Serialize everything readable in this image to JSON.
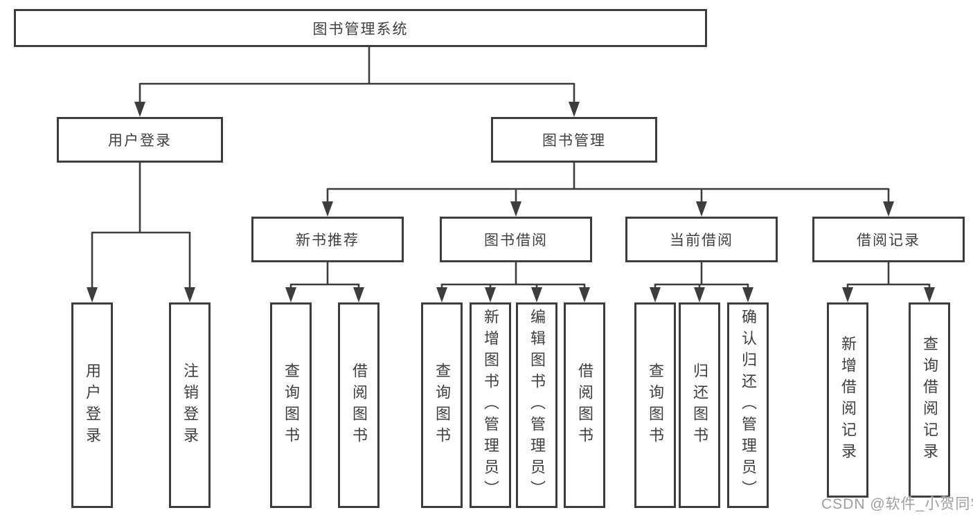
{
  "nodes": {
    "root": {
      "label": "图书管理系统"
    },
    "level2": [
      {
        "label": "用户登录"
      },
      {
        "label": "图书管理"
      }
    ],
    "level3": [
      {
        "label": "新书推荐"
      },
      {
        "label": "图书借阅"
      },
      {
        "label": "当前借阅"
      },
      {
        "label": "借阅记录"
      }
    ],
    "leaves_user_login": [
      {
        "label": "用户登录"
      },
      {
        "label": "注销登录"
      }
    ],
    "leaves_new_book": [
      {
        "label": "查询图书"
      },
      {
        "label": "借阅图书"
      }
    ],
    "leaves_book_borrow": [
      {
        "label": "查询图书"
      },
      {
        "label": "新增图书（管理员）"
      },
      {
        "label": "编辑图书（管理员）"
      },
      {
        "label": "借阅图书"
      }
    ],
    "leaves_current_borrow": [
      {
        "label": "查询图书"
      },
      {
        "label": "归还图书"
      },
      {
        "label": "确认归还（管理员）"
      }
    ],
    "leaves_borrow_records": [
      {
        "label": "新增借阅记录"
      },
      {
        "label": "查询借阅记录"
      }
    ]
  },
  "watermark": "CSDN @软件_小贺同学",
  "colors": {
    "line": "#3d3d3d",
    "text": "#3f3f3f",
    "watermark": "#9e9e9e",
    "background": "#ffffff"
  }
}
